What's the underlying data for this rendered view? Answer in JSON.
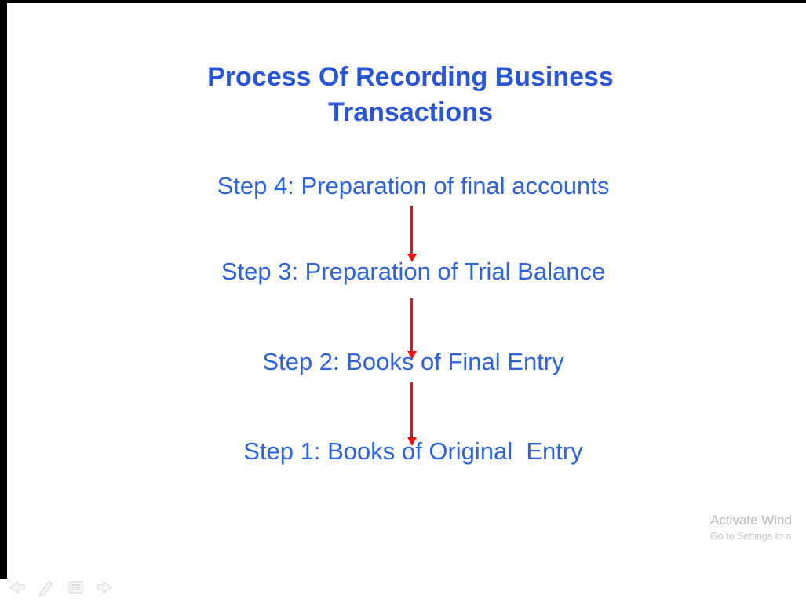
{
  "slide": {
    "title": "Process Of Recording Business Transactions",
    "steps": [
      {
        "label": "Step 4: Preparation of final accounts"
      },
      {
        "label": "Step 3: Preparation of Trial Balance"
      },
      {
        "label": "Step 2: Books of Final Entry"
      },
      {
        "label": "Step 1: Books of Original  Entry"
      }
    ],
    "flow_arrows": 3
  },
  "watermark": {
    "line1": "Activate Wind",
    "line2": "Go to Settings to a"
  },
  "toolbar": {
    "icons": [
      "back-arrow-icon",
      "pen-icon",
      "menu-icon",
      "forward-arrow-icon"
    ]
  },
  "colors": {
    "title_blue": "#2856d6",
    "step_blue": "#2e63de",
    "arrow_red": "#ee1111",
    "watermark_gray": "#b5b9bd",
    "watermark_gray_light": "#c6c9cc",
    "frame_black": "#000000",
    "toolbar_icon_stroke": "#d9d9d9",
    "toolbar_icon_fill": "#f8f8f8"
  }
}
